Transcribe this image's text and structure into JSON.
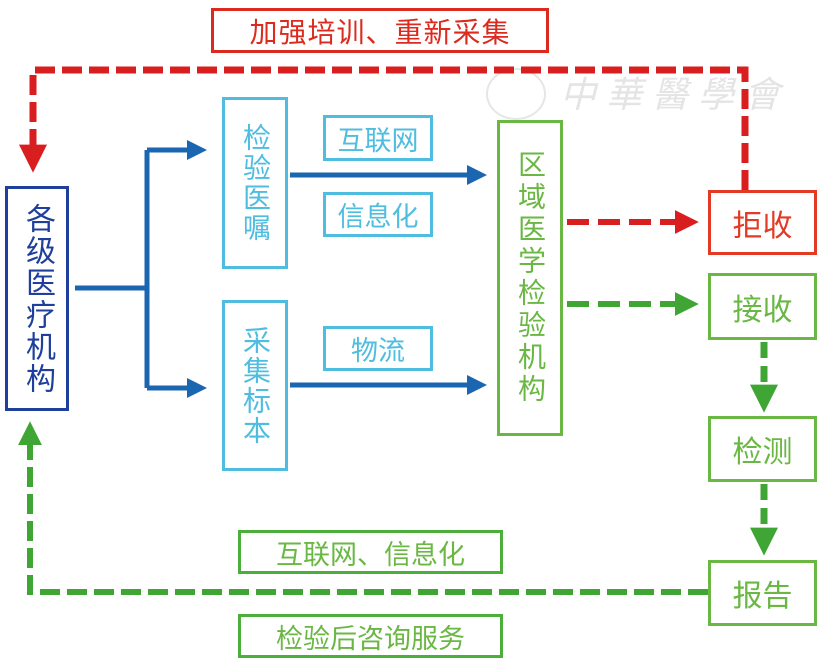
{
  "title": "加强培训、重新采集",
  "watermark": "中華醫學會",
  "colors": {
    "red": "#dd2a1e",
    "red_dash": "#d81e1e",
    "green": "#6ab744",
    "green_dash": "#3fa535",
    "dark_blue": "#1f3f9c",
    "blue_arrow": "#1a66b0",
    "light_blue": "#4fbde0"
  },
  "nodes": {
    "medical_institutions": "各级医疗机构",
    "lab_order": "检验医嘱",
    "specimen_collection": "采集标本",
    "regional_lab": "区域医学检验机构",
    "reject": "拒收",
    "accept": "接收",
    "test": "检测",
    "report": "报告"
  },
  "labels": {
    "internet": "互联网",
    "informatization": "信息化",
    "logistics": "物流",
    "internet_info": "互联网、信息化",
    "post_test_consult": "检验后咨询服务"
  }
}
